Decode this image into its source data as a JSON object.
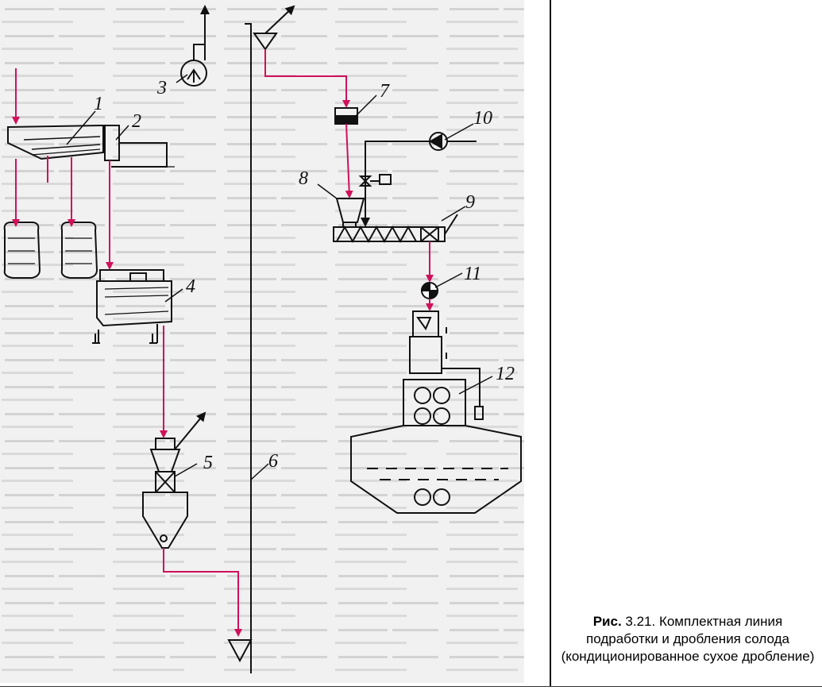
{
  "figure": {
    "labels": [
      "1",
      "2",
      "3",
      "4",
      "5",
      "6",
      "7",
      "8",
      "9",
      "10",
      "11",
      "12"
    ]
  },
  "caption": {
    "prefix": "Рис.",
    "text": " 3.21. Комплектная линия подработки и дробления солода (кондиционированное сухое дробление)"
  },
  "colors": {
    "flow_line": "#d0105a",
    "equipment": "#111111",
    "page_background": "#ffffff"
  }
}
